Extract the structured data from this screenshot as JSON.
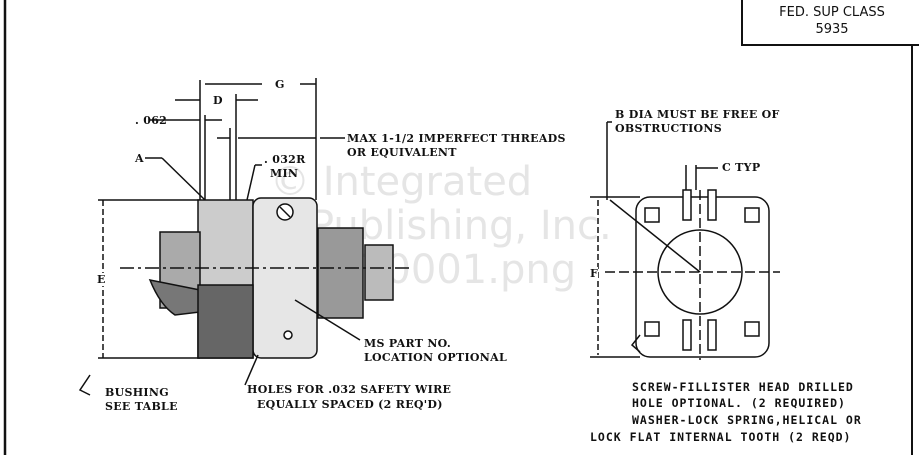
{
  "title_block": {
    "line1": "FED. SUP CLASS",
    "line2": "5935"
  },
  "left_view": {
    "dim_g": "G",
    "dim_d": "D",
    "dim_062": ". 062",
    "label_a": "A",
    "radius": ". 032R",
    "radius_min": "MIN",
    "thread_note_1": "MAX 1-1/2 IMPERFECT THREADS",
    "thread_note_2": "OR EQUIVALENT",
    "dim_e": "E",
    "ms_note_1": "MS PART NO.",
    "ms_note_2": "LOCATION OPTIONAL",
    "bushing_1": "BUSHING",
    "bushing_2": "SEE TABLE",
    "holes_1": "HOLES FOR .032 SAFETY WIRE",
    "holes_2": "EQUALLY SPACED (2 REQ'D)"
  },
  "right_view": {
    "b_note_1": "B DIA MUST BE FREE OF",
    "b_note_2": "OBSTRUCTIONS",
    "c_typ": "C TYP",
    "dim_f": "F",
    "screw_1": "SCREW-FILLISTER HEAD DRILLED",
    "screw_2": "HOLE OPTIONAL. (2 REQUIRED)",
    "screw_3": "WASHER-LOCK SPRING,HELICAL OR",
    "screw_4": "LOCK FLAT INTERNAL TOOTH (2 REQD)"
  },
  "watermark": {
    "line1": "© Integrated",
    "line2": "Publishing, Inc.",
    "line3": "70001.png"
  }
}
